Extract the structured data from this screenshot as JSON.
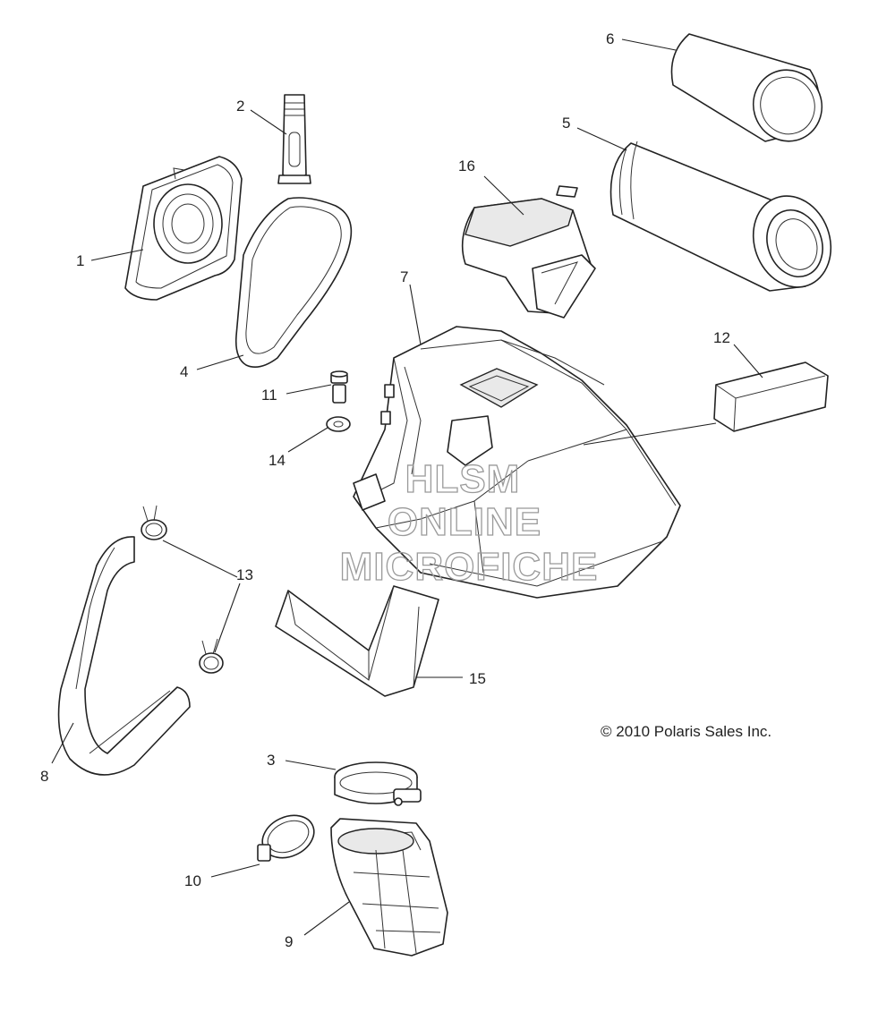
{
  "diagram": {
    "callouts": [
      {
        "id": "c1",
        "text": "1"
      },
      {
        "id": "c2",
        "text": "2"
      },
      {
        "id": "c3",
        "text": "3"
      },
      {
        "id": "c4",
        "text": "4"
      },
      {
        "id": "c5",
        "text": "5"
      },
      {
        "id": "c6",
        "text": "6"
      },
      {
        "id": "c7",
        "text": "7"
      },
      {
        "id": "c8",
        "text": "8"
      },
      {
        "id": "c9",
        "text": "9"
      },
      {
        "id": "c10",
        "text": "10"
      },
      {
        "id": "c11",
        "text": "11"
      },
      {
        "id": "c12",
        "text": "12"
      },
      {
        "id": "c13",
        "text": "13"
      },
      {
        "id": "c14",
        "text": "14"
      },
      {
        "id": "c15",
        "text": "15"
      },
      {
        "id": "c16",
        "text": "16"
      }
    ],
    "copyright": "© 2010 Polaris Sales Inc.",
    "watermark": [
      "HLSM",
      "ONLINE",
      "MICROFICHE"
    ]
  }
}
